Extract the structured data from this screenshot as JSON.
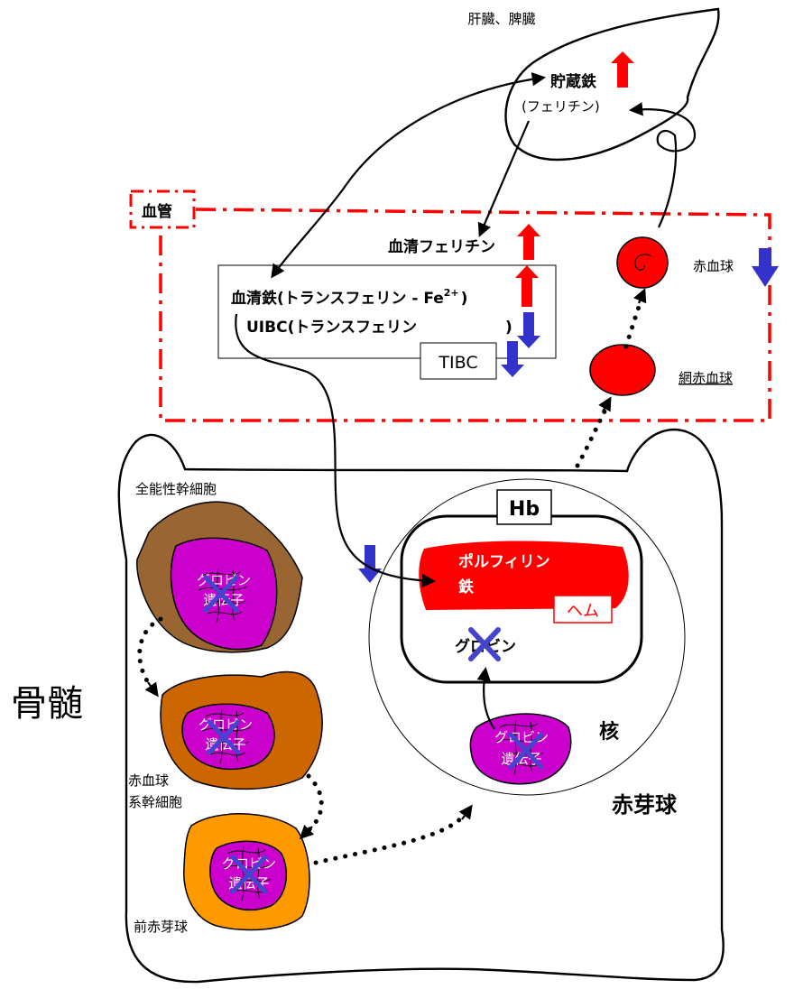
{
  "labels": {
    "liver_spleen": "肝臓、脾臓",
    "storage_iron": "貯蔵鉄",
    "ferritin": "(フェリチン)",
    "vessel": "血管",
    "serum_ferritin": "血清フェリチン",
    "serum_iron": "血清鉄(トランスフェリン - Fe",
    "serum_iron_sup": "2+",
    "serum_iron_close": ")",
    "uibc": "UIBC(トランスフェリン",
    "uibc_close": ")",
    "tibc": "TIBC",
    "rbc": "赤血球",
    "reticulocyte": "網赤血球",
    "bone_marrow": "骨髄",
    "pluripotent_stem": "全能性幹細胞",
    "erythroid_stem_1": "赤血球",
    "erythroid_stem_2": "系幹細胞",
    "proerythroblast": "前赤芽球",
    "erythroblast": "赤芽球",
    "nucleus": "核",
    "hb": "Hb",
    "porphyrin": "ポルフィリン",
    "iron": "鉄",
    "heme": "ヘム",
    "globin": "グロビン",
    "globin_gene_1": "グロビン",
    "globin_gene_2": "遺伝子"
  },
  "colors": {
    "up_arrow": "#ff0000",
    "down_arrow": "#3333cc",
    "vessel_border": "#ff0000",
    "stem_cell": "#996633",
    "erythroid_stem_cell": "#cc6600",
    "proerythroblast_cell": "#ff9900",
    "nucleus_fill": "#cc00cc",
    "heme_red": "#ff0000",
    "cross_mark": "#4444cc"
  },
  "icons": {
    "increase": "up-arrow-icon",
    "decrease": "down-arrow-icon",
    "blocked": "x-mark-icon"
  }
}
